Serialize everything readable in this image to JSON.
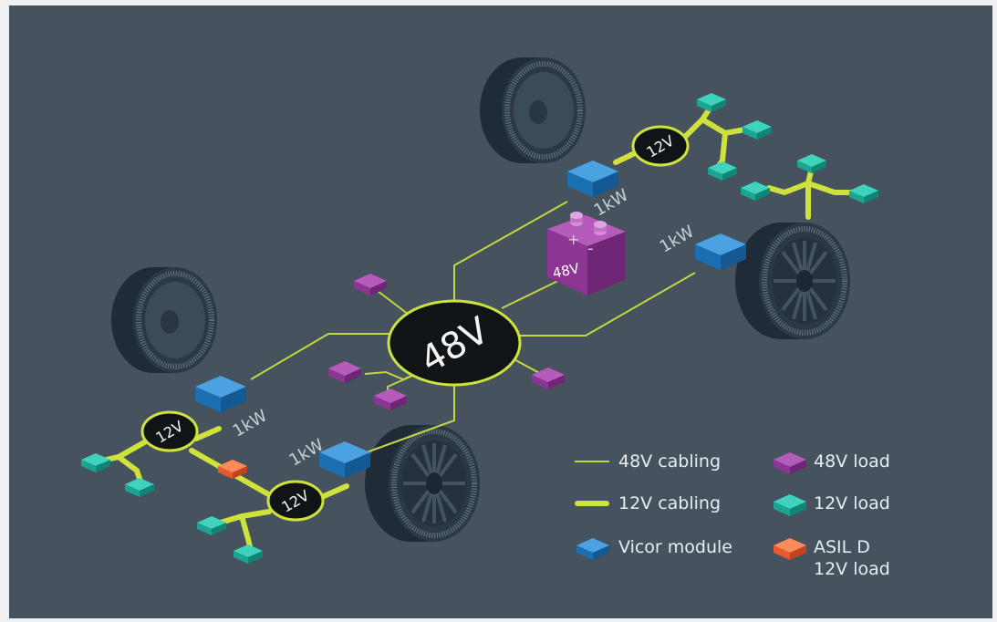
{
  "hub": {
    "label": "48V"
  },
  "battery": {
    "label": "48V",
    "plus": "+",
    "minus": "-"
  },
  "converters": [
    {
      "id": "front-right",
      "label": "12V",
      "power": "1kW"
    },
    {
      "id": "rear-right",
      "power": "1kW"
    },
    {
      "id": "front-left",
      "label": "12V",
      "power": "1kW"
    },
    {
      "id": "rear-left",
      "label": "12V",
      "power": "1kW"
    }
  ],
  "legend": [
    {
      "key": "48v-cabling",
      "label": "48V cabling"
    },
    {
      "key": "12v-cabling",
      "label": "12V cabling"
    },
    {
      "key": "vicor-module",
      "label": "Vicor module"
    },
    {
      "key": "48v-load",
      "label": "48V load"
    },
    {
      "key": "12v-load",
      "label": "12V load"
    },
    {
      "key": "asil-d-load",
      "label": "ASIL D\n12V load"
    }
  ],
  "colors": {
    "background": "#47525f",
    "cable48": "#c3d640",
    "cable12": "#cfe23c",
    "vicor": "#1f7fc8",
    "load48": "#9a3fa0",
    "load12": "#1fb3a0",
    "asil": "#f0663a",
    "wheel": "#344451"
  }
}
